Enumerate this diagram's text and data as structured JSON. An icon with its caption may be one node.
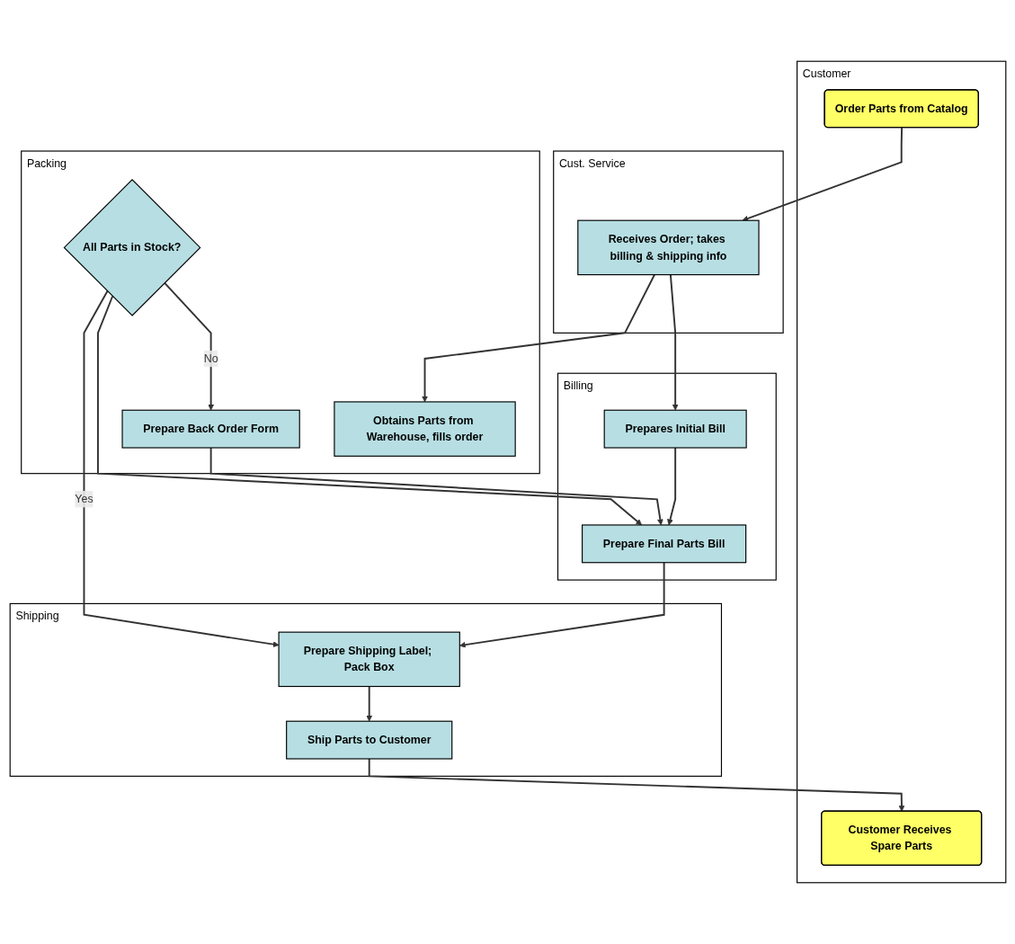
{
  "diagram": {
    "nodes": [
      {
        "text": [
          "Customer"
        ]
      },
      {
        "text": [
          "Cust. Service"
        ]
      },
      {
        "text": [
          "Packing"
        ]
      },
      {
        "text": [
          "Shipping"
        ]
      },
      {
        "text": [
          "Billing"
        ]
      },
      {
        "text": [
          "Order Parts from Catalog"
        ],
        "in": 0
      },
      {
        "text": [
          "Receives Order; takes billing & shipping info"
        ],
        "in": 1
      },
      {
        "text": [
          "Obtains Parts from Warehouse, fills order"
        ],
        "in": 2
      },
      {
        "text": [
          "Prepares Initial Bill"
        ],
        "in": 4
      },
      {
        "text": [
          "All Parts in Stock?"
        ],
        "in": 2
      },
      {
        "text": [
          "Prepare Back Order Form"
        ],
        "in": 2
      },
      {
        "text": [
          "Prepare Final Parts Bill"
        ],
        "in": 4
      },
      {
        "text": [
          "Prepare Shipping Label; Pack Box"
        ],
        "in": 3
      },
      {
        "text": [
          "Ship Parts to Customer"
        ],
        "in": 3
      },
      {
        "text": [
          "Customer Receives Spare Parts"
        ],
        "in": 0
      }
    ],
    "edges": [
      {
        "from": 5,
        "to": 6,
        "arrow": "to"
      },
      {
        "from": 6,
        "to": 7,
        "arrow": "to"
      },
      {
        "from": 6,
        "to": 8,
        "arrow": "to"
      },
      {
        "from": 9,
        "to": 12,
        "label": "Yes",
        "arrow": "to"
      },
      {
        "from": 9,
        "to": 11,
        "arrow": "to"
      },
      {
        "from": 8,
        "to": 11,
        "arrow": "to"
      },
      {
        "from": 9,
        "to": 10,
        "label": "No",
        "arrow": "to"
      },
      {
        "from": 10,
        "to": 11,
        "arrow": "to"
      },
      {
        "from": 11,
        "to": 12,
        "arrow": "to"
      },
      {
        "from": 12,
        "to": 13,
        "arrow": "to"
      },
      {
        "from": 13,
        "to": 14,
        "arrow": "to"
      }
    ]
  }
}
